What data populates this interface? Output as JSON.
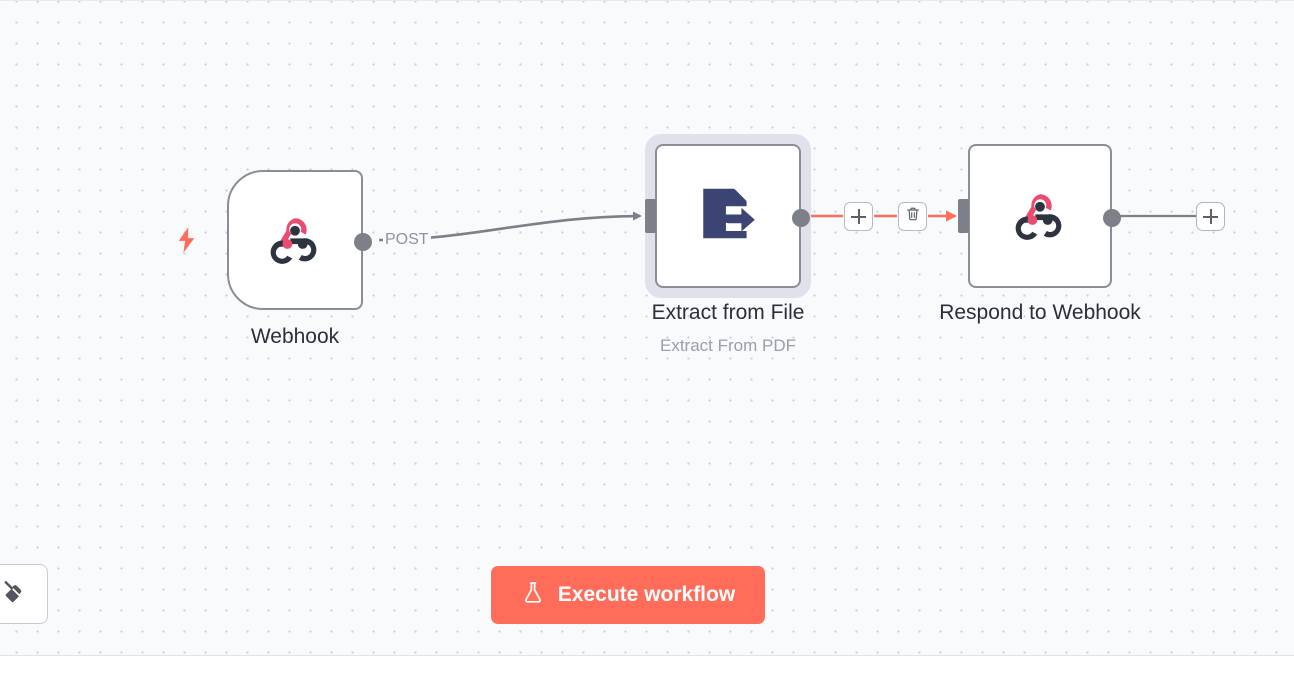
{
  "app": {
    "name": "n8n-workflow-canvas",
    "background_color": "#f9fafc",
    "accent_color": "#ff6d5a",
    "node_border_color": "#8b8e96",
    "selection_halo_color": "#dfe2ea"
  },
  "canvas": {
    "nodes": [
      {
        "id": "webhook",
        "label": "Webhook",
        "subtitle": "",
        "type": "trigger",
        "icon": "webhook-logo-icon",
        "selected": false,
        "has_trigger_bolt": true,
        "output_label": "POST"
      },
      {
        "id": "extract-from-file",
        "label": "Extract from File",
        "subtitle": "Extract From PDF",
        "type": "action",
        "icon": "file-export-icon",
        "icon_color": "#3b4473",
        "selected": true,
        "has_trigger_bolt": false,
        "output_label": ""
      },
      {
        "id": "respond-to-webhook",
        "label": "Respond to Webhook",
        "subtitle": "",
        "type": "action",
        "icon": "webhook-logo-icon",
        "selected": false,
        "has_trigger_bolt": false,
        "output_label": ""
      }
    ],
    "connections": [
      {
        "id": "webhook-to-extract",
        "from": "webhook",
        "to": "extract-from-file",
        "label": "POST",
        "color": "#7d8088",
        "highlighted": false
      },
      {
        "id": "extract-to-respond",
        "from": "extract-from-file",
        "to": "respond-to-webhook",
        "label": "",
        "color": "#ff6d5a",
        "highlighted": true,
        "buttons": [
          {
            "name": "add-node-on-connection",
            "icon": "plus-icon",
            "title": "Add node"
          },
          {
            "name": "delete-connection",
            "icon": "trash-icon",
            "title": "Delete connection"
          }
        ]
      }
    ],
    "trailing_add_button": {
      "name": "add-node-button",
      "icon": "plus-icon",
      "title": "Add node"
    }
  },
  "toolbar": {
    "execute_button": {
      "label": "Execute workflow",
      "icon": "flask-icon",
      "color": "#ff6d5a"
    },
    "tidy_up_button": {
      "label": "",
      "icon": "broom-icon",
      "title": "Tidy up workflow"
    }
  }
}
